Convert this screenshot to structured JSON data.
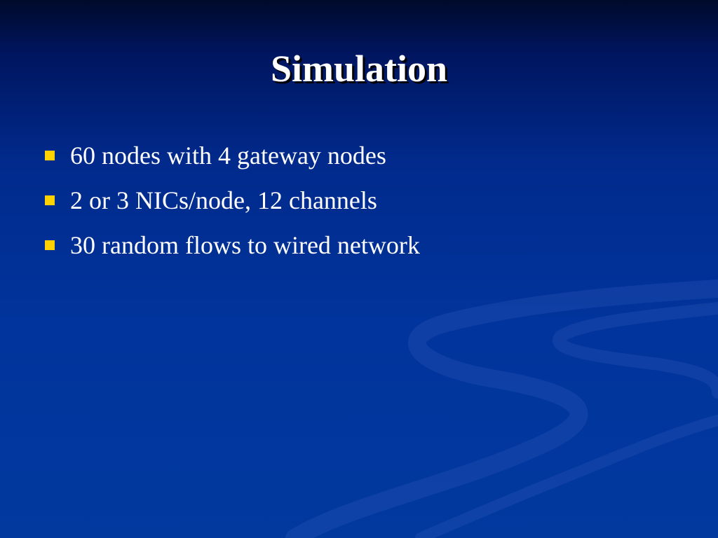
{
  "slide": {
    "title": "Simulation",
    "bullets": [
      "60 nodes with 4 gateway nodes",
      "2 or 3 NICs/node, 12 channels",
      "30 random flows to wired network"
    ]
  },
  "colors": {
    "background": "#01349c",
    "title": "#ffffff",
    "text": "#ffffff",
    "bullet": "#ffd200"
  }
}
